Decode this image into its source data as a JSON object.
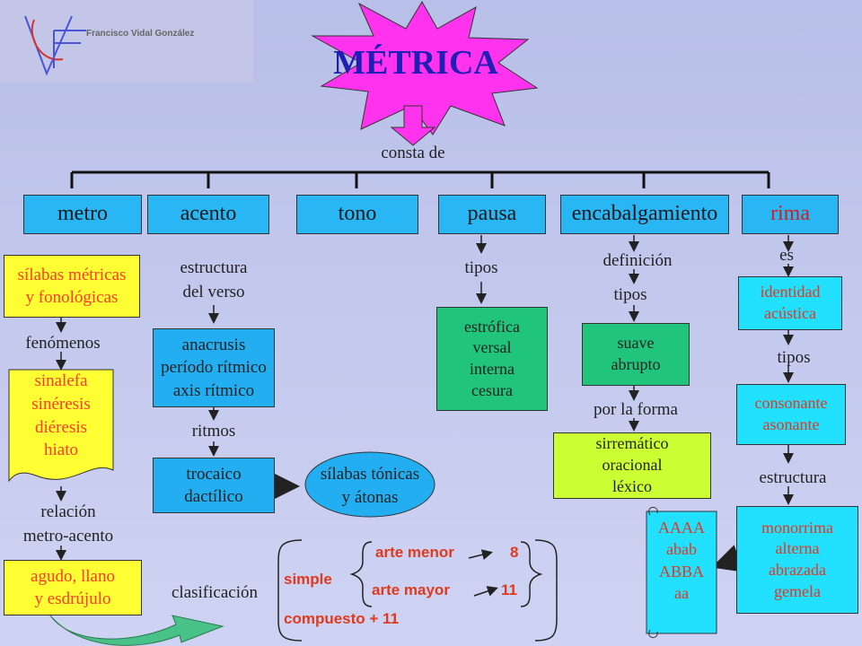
{
  "logo": {
    "text": "Francisco Vidal González"
  },
  "title": "MÉTRICA",
  "connector": "consta de",
  "categories": [
    "metro",
    "acento",
    "tono",
    "pausa",
    "encabalgamiento",
    "rima"
  ],
  "metro": {
    "box1": "sílabas métricas\ny fonológicas",
    "label1": "fenómenos",
    "box2": "sinalefa\nsinéresis\ndiéresis\nhiato",
    "label2": "relación\nmetro-acento",
    "box3": "agudo, llano\ny esdrújulo"
  },
  "acento": {
    "label1": "estructura\ndel verso",
    "box1": "anacrusis\nperíodo rítmico\naxis rítmico",
    "label2": "ritmos",
    "box2": "trocaico\ndactílico",
    "ellipse": "sílabas tónicas\ny átonas"
  },
  "pausa": {
    "label1": "tipos",
    "box1": "estrófica\nversal\ninterna\ncesura"
  },
  "encabalgamiento": {
    "label1": "definición",
    "label2": "tipos",
    "box1": "suave\nabrupto",
    "label3": "por la forma",
    "box2": "sirremático\noracional\nléxico"
  },
  "rima": {
    "label1": "es",
    "box1": "identidad\nacústica",
    "label2": "tipos",
    "box2": "consonante\nasonante",
    "label3": "estructura",
    "box3": "monorrima\nalterna\nabrazada\ngemela",
    "scroll": "AAAA\nabab\nABBA\naa"
  },
  "clasificacion": {
    "label": "clasificación",
    "simple": "simple",
    "menor": "arte menor",
    "menor_value": "8",
    "mayor": "arte mayor",
    "mayor_value": "11",
    "compuesto": "compuesto + 11"
  },
  "colors": {
    "starburst": "#ff33ee",
    "title": "#1f1fb5",
    "category_fill": "#29b6f4",
    "accent_red": "#e0391d"
  }
}
